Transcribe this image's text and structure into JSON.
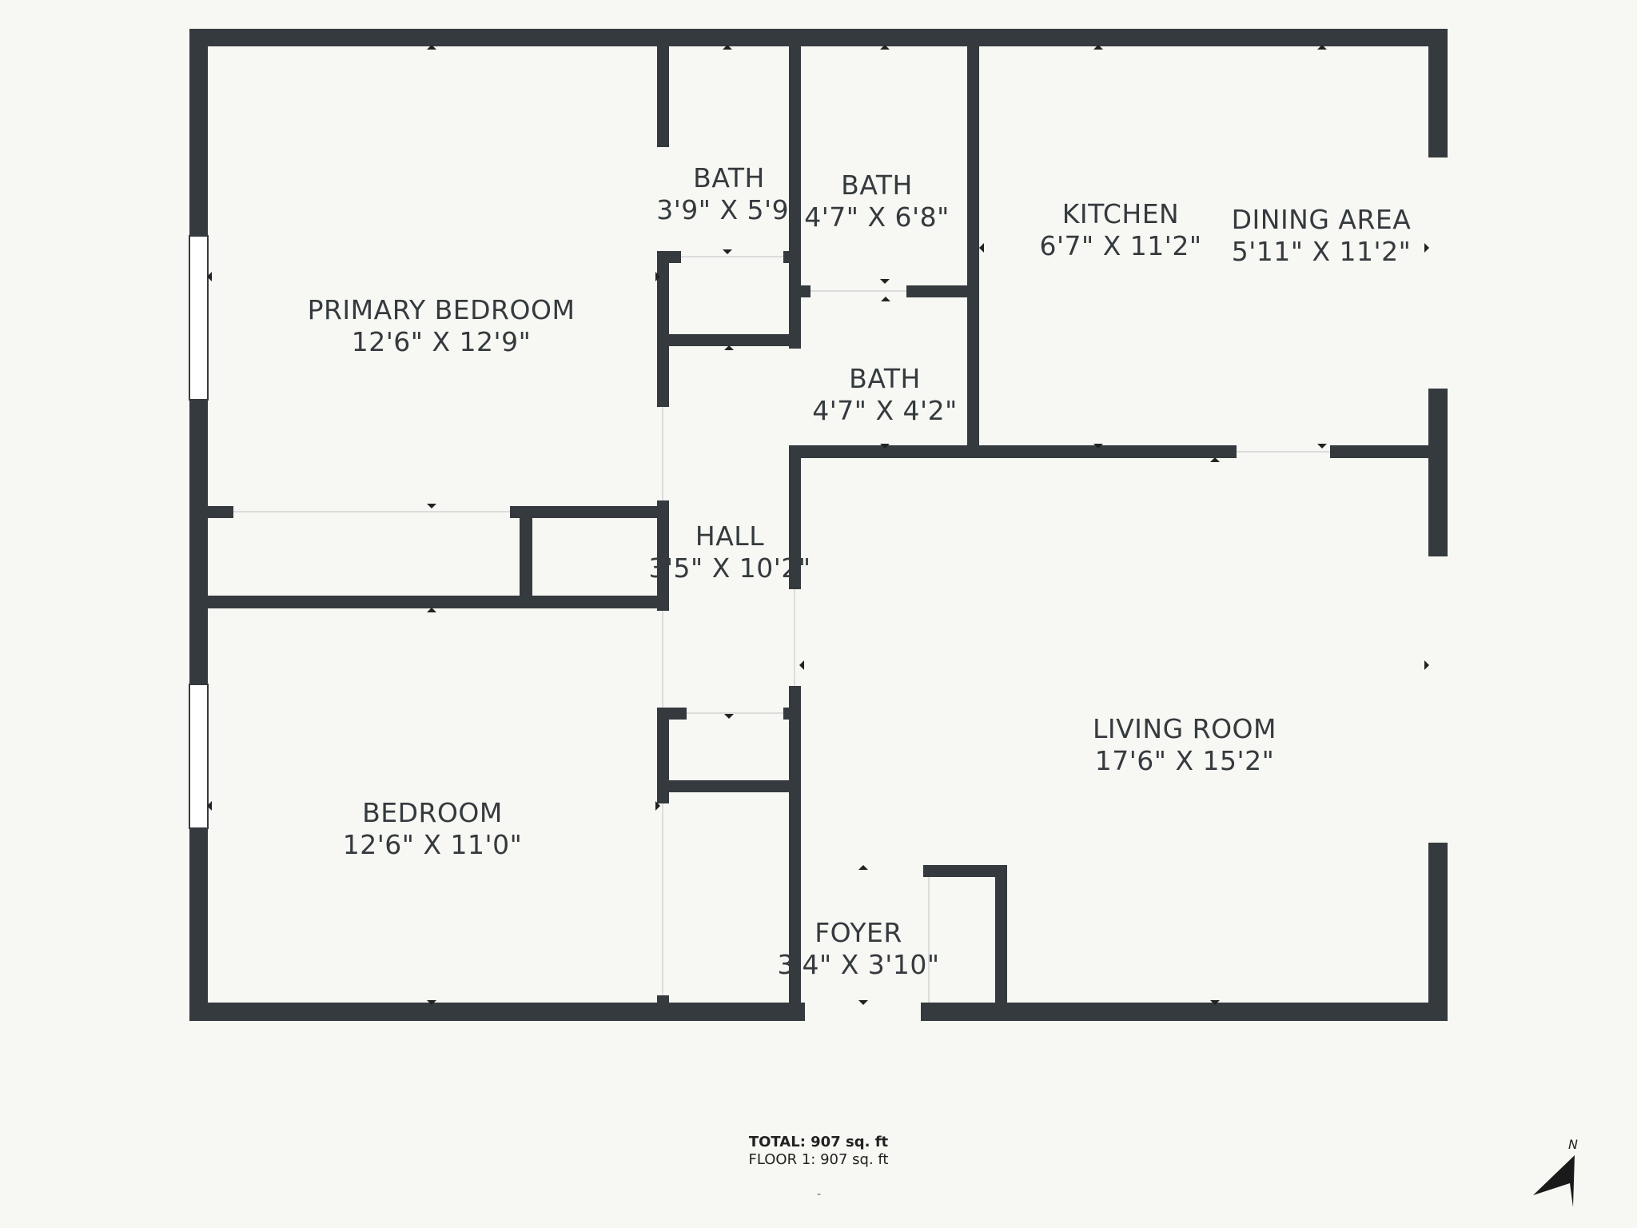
{
  "rooms": [
    {
      "id": "primary-bedroom",
      "name": "PRIMARY BEDROOM",
      "dims": "12'6\" X 12'9\""
    },
    {
      "id": "bath-1",
      "name": "BATH",
      "dims": "3'9\" X 5'9\""
    },
    {
      "id": "bath-2",
      "name": "BATH",
      "dims": "4'7\" X 6'8\""
    },
    {
      "id": "kitchen",
      "name": "KITCHEN",
      "dims": "6'7\" X 11'2\""
    },
    {
      "id": "dining-area",
      "name": "DINING AREA",
      "dims": "5'11\" X 11'2\""
    },
    {
      "id": "bath-3",
      "name": "BATH",
      "dims": "4'7\" X 4'2\""
    },
    {
      "id": "hall",
      "name": "HALL",
      "dims": "3'5\" X 10'2\""
    },
    {
      "id": "living-room",
      "name": "LIVING ROOM",
      "dims": "17'6\" X 15'2\""
    },
    {
      "id": "bedroom",
      "name": "BEDROOM",
      "dims": "12'6\" X 11'0\""
    },
    {
      "id": "foyer",
      "name": "FOYER",
      "dims": "3'4\" X 3'10\""
    }
  ],
  "totals": {
    "total": "TOTAL: 907 sq. ft",
    "floor": "FLOOR 1: 907 sq. ft",
    "dash": "-"
  },
  "compass": {
    "label": "N"
  },
  "colors": {
    "wall": "#353a3e",
    "background": "#f7f8f3"
  }
}
